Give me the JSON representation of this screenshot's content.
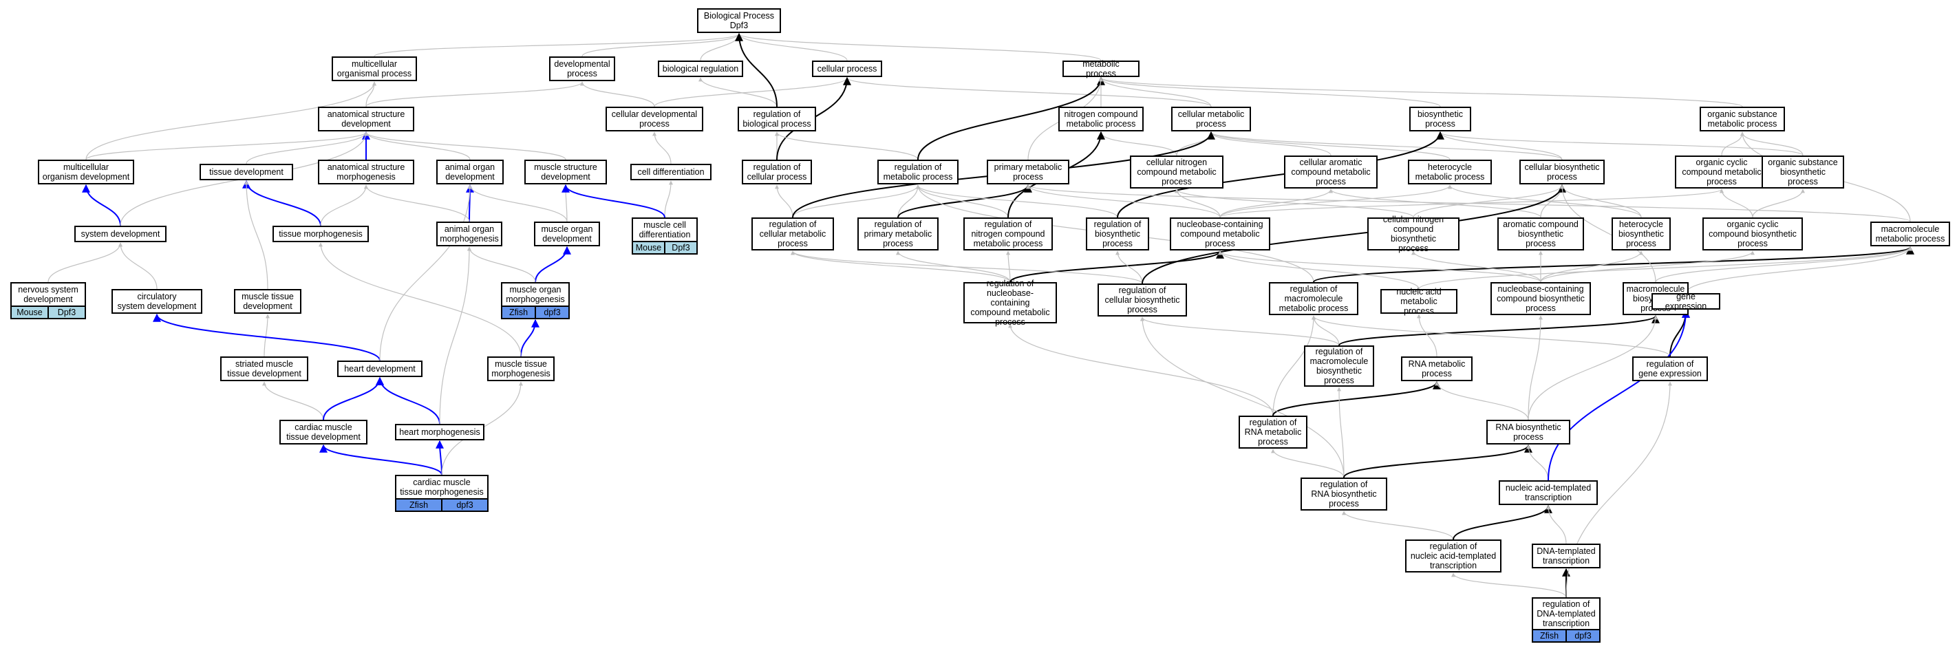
{
  "graph": {
    "nodes": [
      {
        "id": "bp",
        "lines": [
          "Biological Process",
          "Dpf3"
        ]
      },
      {
        "id": "multi",
        "lines": [
          "multicellular",
          "organismal process"
        ]
      },
      {
        "id": "devproc",
        "lines": [
          "developmental",
          "process"
        ]
      },
      {
        "id": "bioreg",
        "lines": [
          "biological regulation"
        ]
      },
      {
        "id": "cellproc",
        "lines": [
          "cellular process"
        ]
      },
      {
        "id": "metab",
        "lines": [
          "metabolic process"
        ]
      },
      {
        "id": "asdev",
        "lines": [
          "anatomical structure",
          "development"
        ]
      },
      {
        "id": "celldev",
        "lines": [
          "cellular developmental",
          "process"
        ]
      },
      {
        "id": "regbio",
        "lines": [
          "regulation of",
          "biological process"
        ]
      },
      {
        "id": "ncmp",
        "lines": [
          "nitrogen compound",
          "metabolic process"
        ]
      },
      {
        "id": "cmp",
        "lines": [
          "cellular metabolic",
          "process"
        ]
      },
      {
        "id": "biosyn",
        "lines": [
          "biosynthetic",
          "process"
        ]
      },
      {
        "id": "osmp",
        "lines": [
          "organic substance",
          "metabolic process"
        ]
      },
      {
        "id": "mcorgdev",
        "lines": [
          "multicellular",
          "organism development"
        ]
      },
      {
        "id": "tissdev",
        "lines": [
          "tissue development"
        ]
      },
      {
        "id": "asmorph",
        "lines": [
          "anatomical structure",
          "morphogenesis"
        ]
      },
      {
        "id": "aodev",
        "lines": [
          "animal organ",
          "development"
        ]
      },
      {
        "id": "msdev",
        "lines": [
          "muscle structure",
          "development"
        ]
      },
      {
        "id": "celldiff",
        "lines": [
          "cell differentiation"
        ]
      },
      {
        "id": "regcp",
        "lines": [
          "regulation of",
          "cellular process"
        ]
      },
      {
        "id": "regmp",
        "lines": [
          "regulation of",
          "metabolic process"
        ]
      },
      {
        "id": "pmp",
        "lines": [
          "primary metabolic",
          "process"
        ]
      },
      {
        "id": "cncmp",
        "lines": [
          "cellular nitrogen",
          "compound metabolic",
          "process"
        ]
      },
      {
        "id": "cacmp",
        "lines": [
          "cellular aromatic",
          "compound metabolic",
          "process"
        ]
      },
      {
        "id": "hetmp",
        "lines": [
          "heterocycle",
          "metabolic process"
        ]
      },
      {
        "id": "cbp",
        "lines": [
          "cellular biosynthetic",
          "process"
        ]
      },
      {
        "id": "occmp",
        "lines": [
          "organic cyclic",
          "compound metabolic",
          "process"
        ]
      },
      {
        "id": "osbp",
        "lines": [
          "organic substance",
          "biosynthetic",
          "process"
        ]
      },
      {
        "id": "sysdev",
        "lines": [
          "system development"
        ]
      },
      {
        "id": "tissmorph",
        "lines": [
          "tissue morphogenesis"
        ]
      },
      {
        "id": "aomorph",
        "lines": [
          "animal organ",
          "morphogenesis"
        ]
      },
      {
        "id": "modev",
        "lines": [
          "muscle organ",
          "development"
        ]
      },
      {
        "id": "mcd",
        "lines": [
          "muscle cell",
          "differentiation"
        ]
      },
      {
        "id": "regcmp",
        "lines": [
          "regulation of",
          "cellular metabolic",
          "process"
        ]
      },
      {
        "id": "regpmp",
        "lines": [
          "regulation of",
          "primary metabolic",
          "process"
        ]
      },
      {
        "id": "regncmp",
        "lines": [
          "regulation of",
          "nitrogen compound",
          "metabolic process"
        ]
      },
      {
        "id": "regbp",
        "lines": [
          "regulation of",
          "biosynthetic",
          "process"
        ]
      },
      {
        "id": "nbcmp",
        "lines": [
          "nucleobase-containing",
          "compound metabolic",
          "process"
        ]
      },
      {
        "id": "cncbp",
        "lines": [
          "cellular nitrogen",
          "compound biosynthetic",
          "process"
        ]
      },
      {
        "id": "acbp",
        "lines": [
          "aromatic compound",
          "biosynthetic",
          "process"
        ]
      },
      {
        "id": "hetbp",
        "lines": [
          "heterocycle",
          "biosynthetic",
          "process"
        ]
      },
      {
        "id": "occbp",
        "lines": [
          "organic cyclic",
          "compound biosynthetic",
          "process"
        ]
      },
      {
        "id": "macmp",
        "lines": [
          "macromolecule",
          "metabolic process"
        ]
      },
      {
        "id": "nsdev",
        "lines": [
          "nervous system",
          "development"
        ]
      },
      {
        "id": "circdev",
        "lines": [
          "circulatory",
          "system development"
        ]
      },
      {
        "id": "mtdev",
        "lines": [
          "muscle tissue",
          "development"
        ]
      },
      {
        "id": "momorph",
        "lines": [
          "muscle organ",
          "morphogenesis"
        ]
      },
      {
        "id": "regnbcmp",
        "lines": [
          "regulation of",
          "nucleobase-containing",
          "compound metabolic",
          "process"
        ]
      },
      {
        "id": "regcbp",
        "lines": [
          "regulation of",
          "cellular biosynthetic",
          "process"
        ]
      },
      {
        "id": "regmmp",
        "lines": [
          "regulation of",
          "macromolecule",
          "metabolic process"
        ]
      },
      {
        "id": "namp",
        "lines": [
          "nucleic acid",
          "metabolic process"
        ]
      },
      {
        "id": "nbcbp",
        "lines": [
          "nucleobase-containing",
          "compound biosynthetic",
          "process"
        ]
      },
      {
        "id": "mbp",
        "lines": [
          "macromolecule",
          "biosynthetic",
          "process"
        ]
      },
      {
        "id": "geneexp",
        "lines": [
          "gene expression"
        ]
      },
      {
        "id": "smtdev",
        "lines": [
          "striated muscle",
          "tissue development"
        ]
      },
      {
        "id": "heartdev",
        "lines": [
          "heart development"
        ]
      },
      {
        "id": "mtmorph",
        "lines": [
          "muscle tissue",
          "morphogenesis"
        ]
      },
      {
        "id": "regmbp",
        "lines": [
          "regulation of",
          "macromolecule",
          "biosynthetic",
          "process"
        ]
      },
      {
        "id": "rnamp",
        "lines": [
          "RNA metabolic",
          "process"
        ]
      },
      {
        "id": "reggeneexp",
        "lines": [
          "regulation of",
          "gene expression"
        ]
      },
      {
        "id": "cmtdev",
        "lines": [
          "cardiac muscle",
          "tissue development"
        ]
      },
      {
        "id": "heartmorph",
        "lines": [
          "heart morphogenesis"
        ]
      },
      {
        "id": "regrnamp",
        "lines": [
          "regulation of",
          "RNA metabolic",
          "process"
        ]
      },
      {
        "id": "rnabp",
        "lines": [
          "RNA biosynthetic",
          "process"
        ]
      },
      {
        "id": "cmtmorph",
        "lines": [
          "cardiac muscle",
          "tissue morphogenesis"
        ]
      },
      {
        "id": "regrnabp",
        "lines": [
          "regulation of",
          "RNA biosynthetic",
          "process"
        ]
      },
      {
        "id": "natt",
        "lines": [
          "nucleic acid-templated",
          "transcription"
        ]
      },
      {
        "id": "regnatt",
        "lines": [
          "regulation of",
          "nucleic acid-templated",
          "transcription"
        ]
      },
      {
        "id": "dtt",
        "lines": [
          "DNA-templated",
          "transcription"
        ]
      },
      {
        "id": "regdtt",
        "lines": [
          "regulation of",
          "DNA-templated",
          "transcription"
        ]
      }
    ],
    "tags": [
      {
        "node": "nsdev",
        "cells": [
          "Mouse",
          "Dpf3"
        ],
        "color": "#add8e6"
      },
      {
        "node": "mcd",
        "cells": [
          "Mouse",
          "Dpf3"
        ],
        "color": "#add8e6"
      },
      {
        "node": "momorph",
        "cells": [
          "Zfish",
          "dpf3"
        ],
        "color": "#6495ed"
      },
      {
        "node": "cmtmorph",
        "cells": [
          "Zfish",
          "dpf3"
        ],
        "color": "#6495ed"
      },
      {
        "node": "regdtt",
        "cells": [
          "Zfish",
          "dpf3"
        ],
        "color": "#6495ed"
      }
    ],
    "edges": [
      [
        "multi",
        "bp",
        "gray"
      ],
      [
        "devproc",
        "bp",
        "gray"
      ],
      [
        "bioreg",
        "bp",
        "gray"
      ],
      [
        "cellproc",
        "bp",
        "gray"
      ],
      [
        "metab",
        "bp",
        "gray"
      ],
      [
        "asdev",
        "multi",
        "gray"
      ],
      [
        "asdev",
        "devproc",
        "gray"
      ],
      [
        "celldev",
        "cellproc",
        "gray"
      ],
      [
        "celldev",
        "devproc",
        "gray"
      ],
      [
        "regbio",
        "bioreg",
        "gray"
      ],
      [
        "regbio",
        "bp",
        "black"
      ],
      [
        "ncmp",
        "metab",
        "gray"
      ],
      [
        "cmp",
        "metab",
        "gray"
      ],
      [
        "cmp",
        "cellproc",
        "gray"
      ],
      [
        "biosyn",
        "metab",
        "gray"
      ],
      [
        "osmp",
        "metab",
        "gray"
      ],
      [
        "mcorgdev",
        "asdev",
        "gray"
      ],
      [
        "mcorgdev",
        "multi",
        "gray"
      ],
      [
        "tissdev",
        "asdev",
        "gray"
      ],
      [
        "asmorph",
        "asdev",
        "blue"
      ],
      [
        "aodev",
        "asdev",
        "gray"
      ],
      [
        "msdev",
        "asdev",
        "gray"
      ],
      [
        "celldiff",
        "celldev",
        "gray"
      ],
      [
        "regcp",
        "regbio",
        "gray"
      ],
      [
        "regcp",
        "cellproc",
        "black"
      ],
      [
        "regmp",
        "regbio",
        "gray"
      ],
      [
        "regmp",
        "metab",
        "black"
      ],
      [
        "pmp",
        "metab",
        "gray"
      ],
      [
        "cncmp",
        "cmp",
        "gray"
      ],
      [
        "cncmp",
        "ncmp",
        "gray"
      ],
      [
        "cacmp",
        "cmp",
        "gray"
      ],
      [
        "hetmp",
        "cmp",
        "gray"
      ],
      [
        "cbp",
        "biosyn",
        "gray"
      ],
      [
        "cbp",
        "cmp",
        "gray"
      ],
      [
        "occmp",
        "osmp",
        "gray"
      ],
      [
        "osbp",
        "osmp",
        "gray"
      ],
      [
        "osbp",
        "biosyn",
        "gray"
      ],
      [
        "sysdev",
        "mcorgdev",
        "blue"
      ],
      [
        "sysdev",
        "asdev",
        "gray"
      ],
      [
        "tissmorph",
        "tissdev",
        "blue"
      ],
      [
        "tissmorph",
        "asmorph",
        "gray"
      ],
      [
        "aomorph",
        "aodev",
        "blue"
      ],
      [
        "aomorph",
        "asmorph",
        "gray"
      ],
      [
        "modev",
        "aodev",
        "gray"
      ],
      [
        "modev",
        "msdev",
        "gray"
      ],
      [
        "mcd",
        "celldiff",
        "gray"
      ],
      [
        "mcd",
        "msdev",
        "blue"
      ],
      [
        "regcmp",
        "regcp",
        "gray"
      ],
      [
        "regcmp",
        "regmp",
        "gray"
      ],
      [
        "regcmp",
        "cmp",
        "black"
      ],
      [
        "regpmp",
        "regmp",
        "gray"
      ],
      [
        "regpmp",
        "pmp",
        "black"
      ],
      [
        "regncmp",
        "regmp",
        "gray"
      ],
      [
        "regncmp",
        "ncmp",
        "black"
      ],
      [
        "regbp",
        "regmp",
        "gray"
      ],
      [
        "regbp",
        "biosyn",
        "black"
      ],
      [
        "nbcmp",
        "cacmp",
        "gray"
      ],
      [
        "nbcmp",
        "cncmp",
        "gray"
      ],
      [
        "nbcmp",
        "hetmp",
        "gray"
      ],
      [
        "nbcmp",
        "pmp",
        "gray"
      ],
      [
        "nbcmp",
        "occmp",
        "gray"
      ],
      [
        "cncbp",
        "cncmp",
        "gray"
      ],
      [
        "cncbp",
        "cbp",
        "gray"
      ],
      [
        "acbp",
        "cacmp",
        "gray"
      ],
      [
        "acbp",
        "cbp",
        "gray"
      ],
      [
        "hetbp",
        "hetmp",
        "gray"
      ],
      [
        "hetbp",
        "cbp",
        "gray"
      ],
      [
        "occbp",
        "occmp",
        "gray"
      ],
      [
        "occbp",
        "osbp",
        "gray"
      ],
      [
        "macmp",
        "osmp",
        "gray"
      ],
      [
        "macmp",
        "pmp",
        "gray"
      ],
      [
        "nsdev",
        "sysdev",
        "gray"
      ],
      [
        "circdev",
        "sysdev",
        "gray"
      ],
      [
        "mtdev",
        "tissdev",
        "gray"
      ],
      [
        "momorph",
        "modev",
        "blue"
      ],
      [
        "momorph",
        "aomorph",
        "gray"
      ],
      [
        "regnbcmp",
        "regcmp",
        "gray"
      ],
      [
        "regnbcmp",
        "regpmp",
        "gray"
      ],
      [
        "regnbcmp",
        "regncmp",
        "gray"
      ],
      [
        "regnbcmp",
        "nbcmp",
        "black"
      ],
      [
        "regcbp",
        "regbp",
        "gray"
      ],
      [
        "regcbp",
        "regcmp",
        "gray"
      ],
      [
        "regcbp",
        "cbp",
        "black"
      ],
      [
        "regmmp",
        "regmp",
        "gray"
      ],
      [
        "regmmp",
        "macmp",
        "black"
      ],
      [
        "namp",
        "nbcmp",
        "gray"
      ],
      [
        "namp",
        "macmp",
        "gray"
      ],
      [
        "nbcbp",
        "nbcmp",
        "gray"
      ],
      [
        "nbcbp",
        "cncbp",
        "gray"
      ],
      [
        "nbcbp",
        "acbp",
        "gray"
      ],
      [
        "nbcbp",
        "hetbp",
        "gray"
      ],
      [
        "nbcbp",
        "occbp",
        "gray"
      ],
      [
        "mbp",
        "macmp",
        "gray"
      ],
      [
        "mbp",
        "cbp",
        "gray"
      ],
      [
        "geneexp",
        "macmp",
        "gray"
      ],
      [
        "smtdev",
        "mtdev",
        "gray"
      ],
      [
        "heartdev",
        "circdev",
        "blue"
      ],
      [
        "heartdev",
        "aodev",
        "gray"
      ],
      [
        "mtmorph",
        "momorph",
        "blue"
      ],
      [
        "mtmorph",
        "tissmorph",
        "gray"
      ],
      [
        "regmbp",
        "regmmp",
        "gray"
      ],
      [
        "regmbp",
        "regcbp",
        "gray"
      ],
      [
        "regmbp",
        "mbp",
        "black"
      ],
      [
        "rnamp",
        "namp",
        "gray"
      ],
      [
        "reggeneexp",
        "regmmp",
        "gray"
      ],
      [
        "reggeneexp",
        "geneexp",
        "black"
      ],
      [
        "cmtdev",
        "smtdev",
        "gray"
      ],
      [
        "cmtdev",
        "heartdev",
        "blue"
      ],
      [
        "heartmorph",
        "heartdev",
        "blue"
      ],
      [
        "heartmorph",
        "aomorph",
        "gray"
      ],
      [
        "regrnamp",
        "regnbcmp",
        "gray"
      ],
      [
        "regrnamp",
        "regmmp",
        "gray"
      ],
      [
        "regrnamp",
        "rnamp",
        "black"
      ],
      [
        "rnabp",
        "rnamp",
        "gray"
      ],
      [
        "rnabp",
        "nbcbp",
        "gray"
      ],
      [
        "rnabp",
        "mbp",
        "gray"
      ],
      [
        "cmtmorph",
        "cmtdev",
        "blue"
      ],
      [
        "cmtmorph",
        "heartmorph",
        "blue"
      ],
      [
        "cmtmorph",
        "mtmorph",
        "gray"
      ],
      [
        "regrnabp",
        "regrnamp",
        "gray"
      ],
      [
        "regrnabp",
        "regmbp",
        "gray"
      ],
      [
        "regrnabp",
        "regcbp",
        "gray"
      ],
      [
        "regrnabp",
        "rnabp",
        "black"
      ],
      [
        "natt",
        "rnabp",
        "gray"
      ],
      [
        "natt",
        "geneexp",
        "blue"
      ],
      [
        "regnatt",
        "regrnabp",
        "gray"
      ],
      [
        "regnatt",
        "natt",
        "black"
      ],
      [
        "dtt",
        "natt",
        "gray"
      ],
      [
        "regdtt",
        "regnatt",
        "gray"
      ],
      [
        "regdtt",
        "dtt",
        "black"
      ],
      [
        "regdtt",
        "reggeneexp",
        "gray"
      ]
    ],
    "edge_colors": {
      "gray": "#c0c0c0",
      "black": "#000000",
      "blue": "#0000ff"
    }
  }
}
